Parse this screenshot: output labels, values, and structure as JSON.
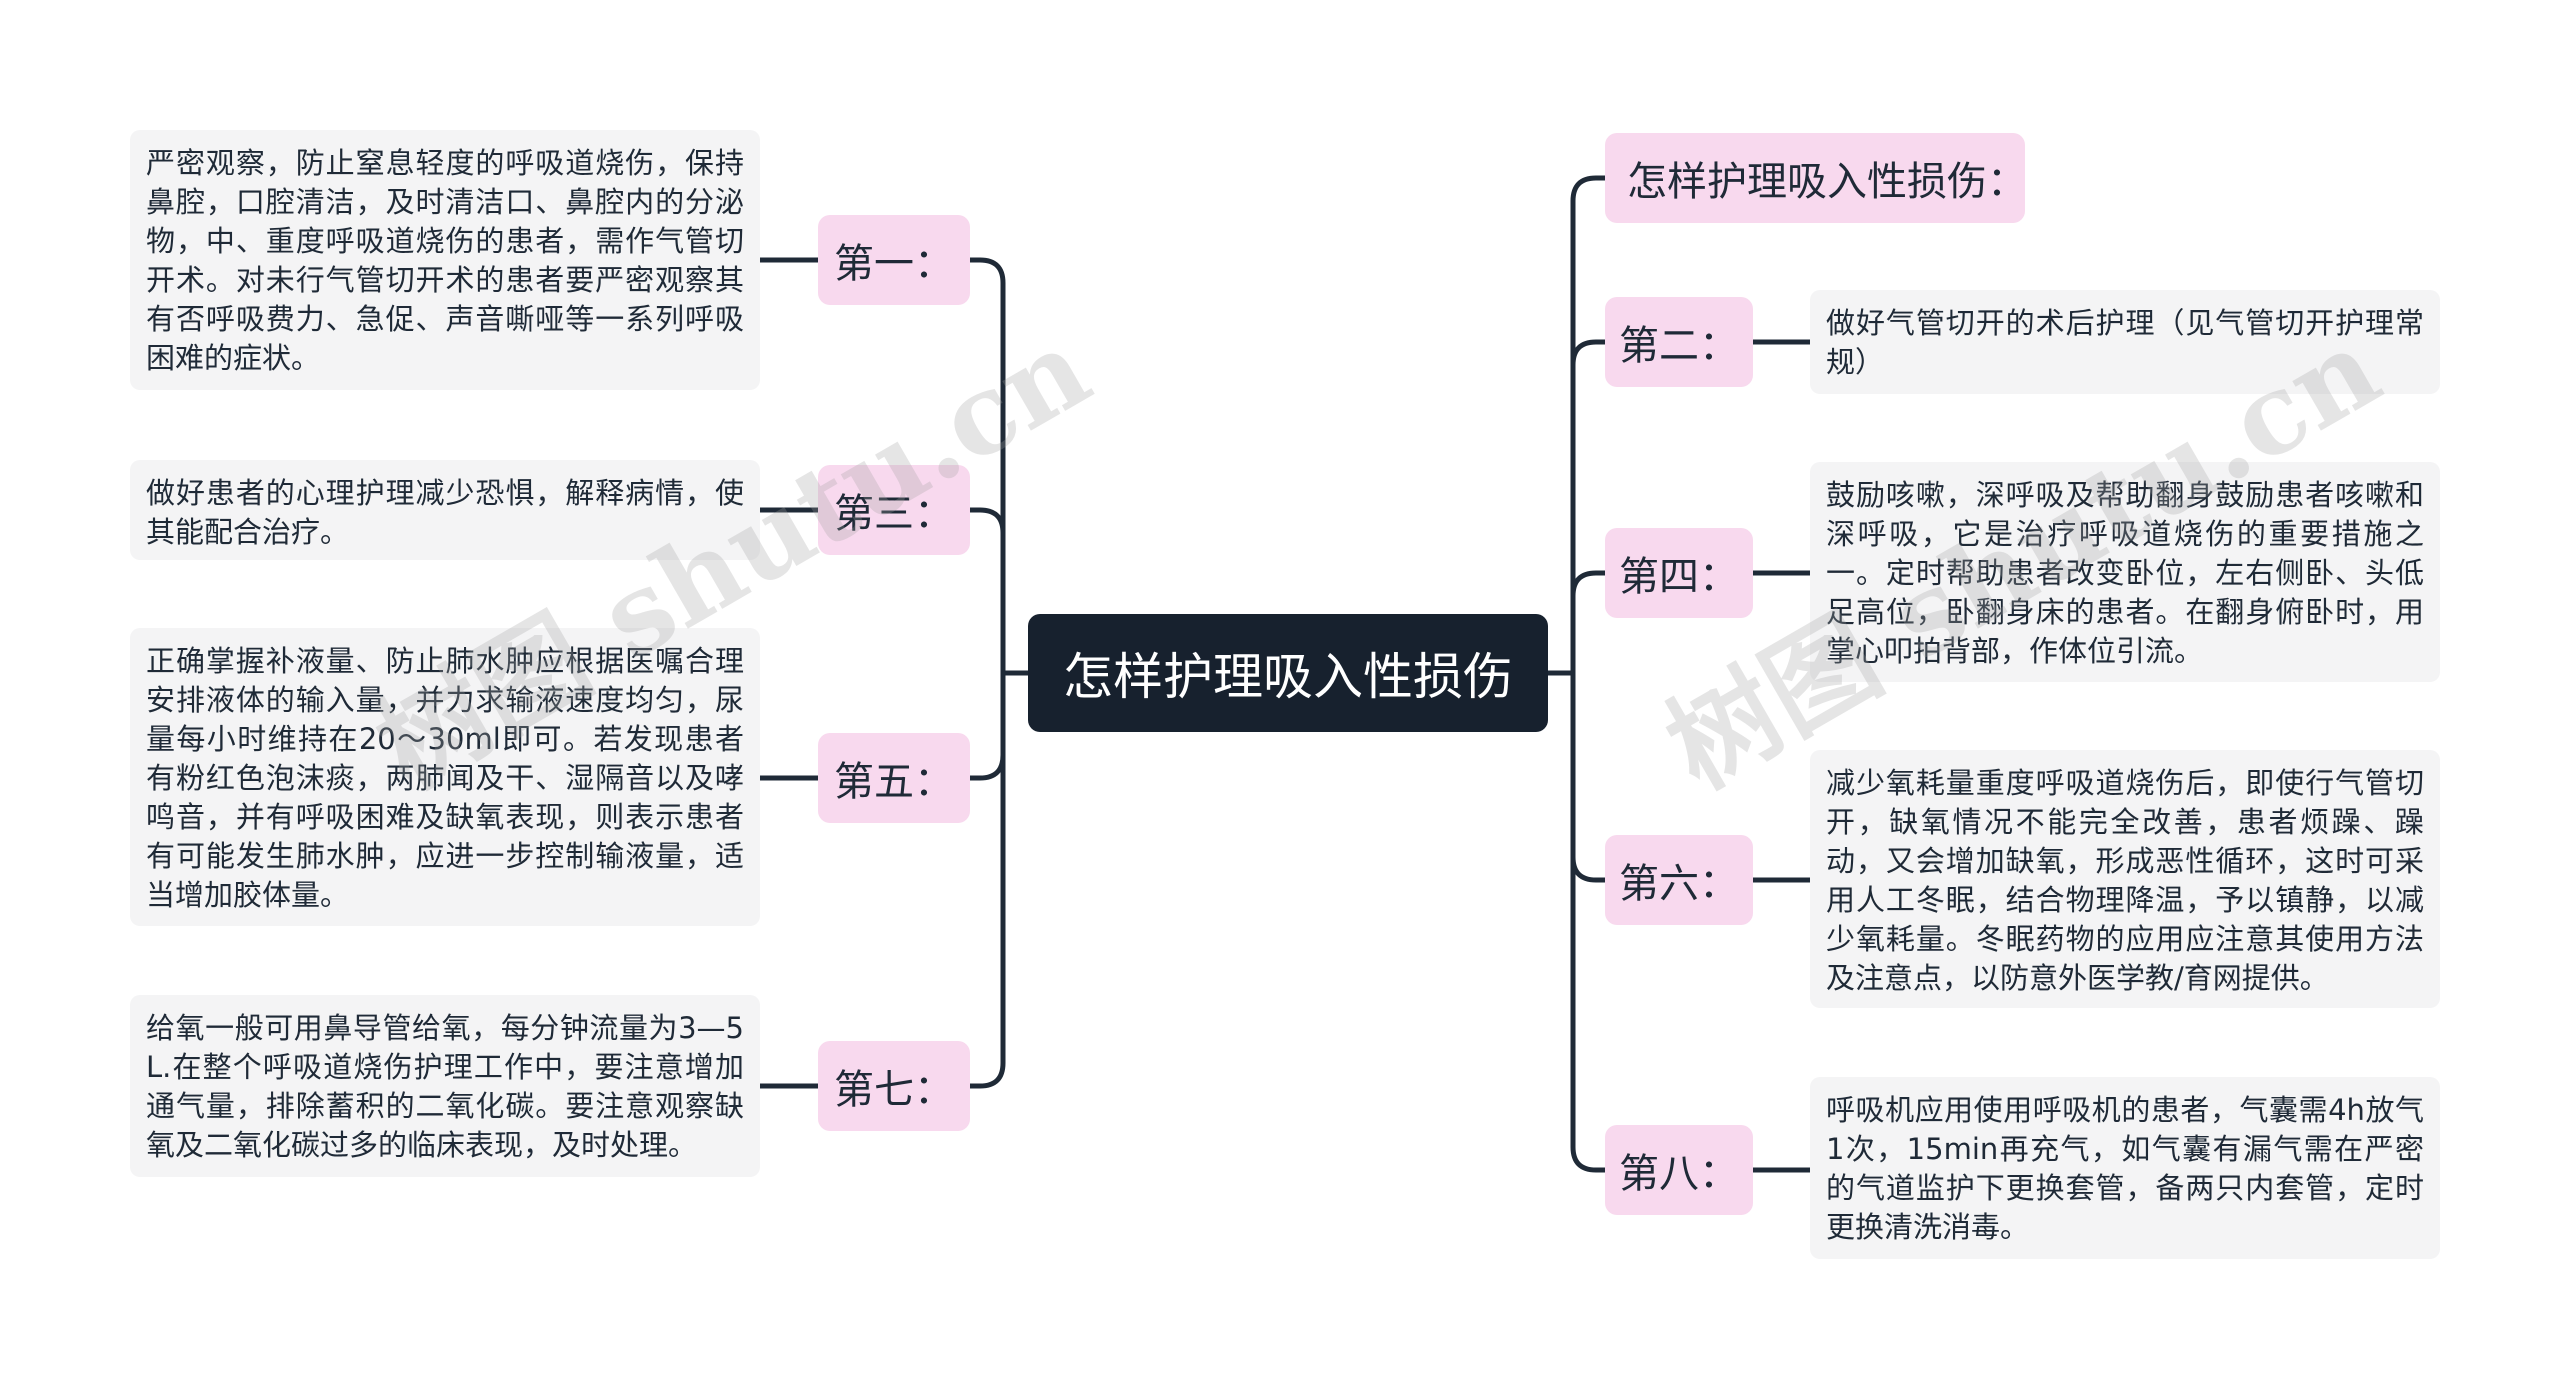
{
  "root": {
    "label": "怎样护理吸入性损伤"
  },
  "left": [
    {
      "label": "第一：",
      "text": "严密观察，防止窒息轻度的呼吸道烧伤，保持鼻腔，口腔清洁，及时清洁口、鼻腔内的分泌物，中、重度呼吸道烧伤的患者，需作气管切开术。对未行气管切开术的患者要严密观察其有否呼吸费力、急促、声音嘶哑等一系列呼吸困难的症状。"
    },
    {
      "label": "第三：",
      "text": "做好患者的心理护理减少恐惧，解释病情，使其能配合治疗。"
    },
    {
      "label": "第五：",
      "text": "正确掌握补液量、防止肺水肿应根据医嘱合理安排液体的输入量，并力求输液速度均匀，尿量每小时维持在20～30ml即可。若发现患者有粉红色泡沫痰，两肺闻及干、湿隔音以及哮鸣音，并有呼吸困难及缺氧表现，则表示患者有可能发生肺水肿，应进一步控制输液量，适当增加胶体量。"
    },
    {
      "label": "第七：",
      "text": "给氧一般可用鼻导管给氧，每分钟流量为3—5L.在整个呼吸道烧伤护理工作中，要注意增加通气量，排除蓄积的二氧化碳。要注意观察缺氧及二氧化碳过多的临床表现，及时处理。"
    }
  ],
  "right": [
    {
      "label": "怎样护理吸入性损伤："
    },
    {
      "label": "第二：",
      "text": "做好气管切开的术后护理（见气管切开护理常规）"
    },
    {
      "label": "第四：",
      "text": "鼓励咳嗽，深呼吸及帮助翻身鼓励患者咳嗽和深呼吸，它是治疗呼吸道烧伤的重要措施之一。定时帮助患者改变卧位，左右侧卧、头低足高位，卧翻身床的患者。在翻身俯卧时，用掌心叩拍背部，作体位引流。"
    },
    {
      "label": "第六：",
      "text": "减少氧耗量重度呼吸道烧伤后，即使行气管切开，缺氧情况不能完全改善，患者烦躁、躁动，又会增加缺氧，形成恶性循环，这时可采用人工冬眠，结合物理降温，予以镇静，以减少氧耗量。冬眠药物的应用应注意其使用方法及注意点，以防意外医学教/育网提供。"
    },
    {
      "label": "第八：",
      "text": "呼吸机应用使用呼吸机的患者，气囊需4h放气1次，15min再充气，如气囊有漏气需在严密的气道监护下更换套管，备两只内套管，定时更换清洗消毒。"
    }
  ],
  "watermark": {
    "text": "树图 shutu.cn"
  },
  "colors": {
    "root_bg": "#17212e",
    "branch_bg": "#f8d9ee",
    "leaf_bg": "#f4f4f5",
    "line": "#1f2a37"
  }
}
